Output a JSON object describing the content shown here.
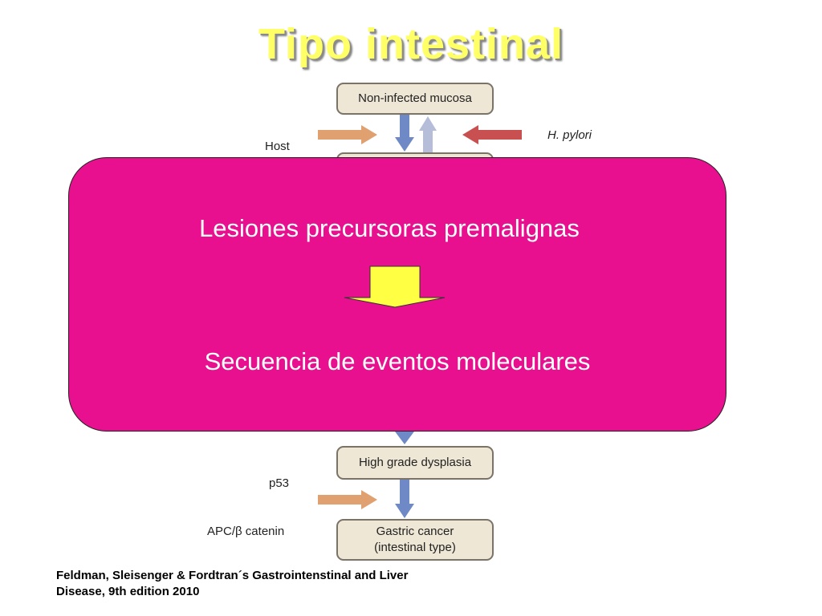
{
  "title": "Tipo intestinal",
  "diagram": {
    "box_top": "Non-infected mucosa",
    "box_high_grade": "High grade dysplasia",
    "box_cancer_line1": "Gastric cancer",
    "box_cancer_line2": "(intestinal type)",
    "label_host": "Host",
    "label_hpylori": "H. pylori",
    "label_p53": "p53",
    "label_apc": "APC/β catenin"
  },
  "overlay": {
    "line1": "Lesiones precursoras premalignas",
    "line2": "Secuencia de eventos moleculares"
  },
  "footer": {
    "line1": "Feldman, Sleisenger & Fordtran´s  Gastrointenstinal and Liver",
    "line2": "Disease, 9th edition 2010"
  },
  "colors": {
    "title": "#ffff66",
    "overlay": "#e8108f",
    "down_arrow": "#6f89c6",
    "up_arrow": "#b5bdd8",
    "host_arrow": "#e0a070",
    "hpylori_arrow": "#c85050",
    "yellow_arrow": "#ffff44"
  }
}
